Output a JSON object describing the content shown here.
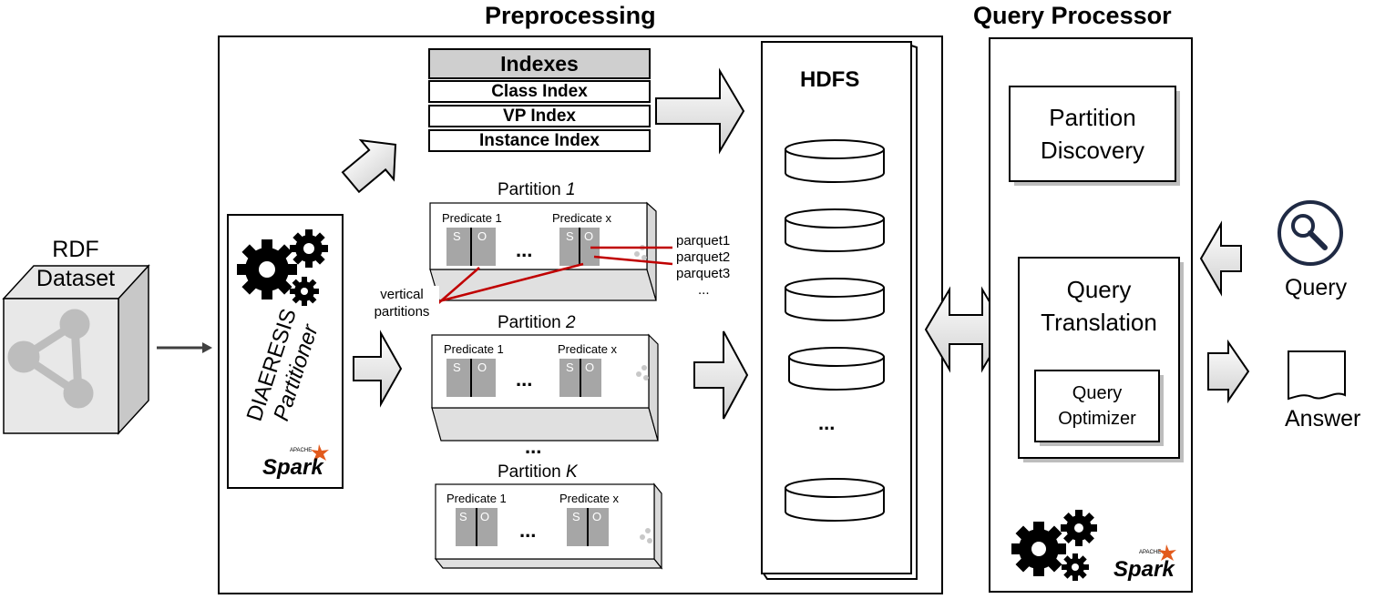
{
  "titles": {
    "preprocessing": "Preprocessing",
    "query_processor": "Query Processor"
  },
  "rdf": {
    "label_line1": "RDF",
    "label_line2": "Dataset"
  },
  "partitioner": {
    "line1": "DIAERESIS",
    "line2": "Partitioner",
    "spark_small": "APACHE",
    "spark": "Spark"
  },
  "indexes": {
    "header": "Indexes",
    "items": [
      "Class Index",
      "VP Index",
      "Instance Index"
    ]
  },
  "partitions": [
    {
      "title_prefix": "Partition ",
      "title_id": "1",
      "pred_left": "Predicate 1",
      "pred_right": "Predicate x",
      "s": "S",
      "o": "O",
      "dots": "..."
    },
    {
      "title_prefix": "Partition ",
      "title_id": "2",
      "pred_left": "Predicate 1",
      "pred_right": "Predicate x",
      "s": "S",
      "o": "O",
      "dots": "..."
    },
    {
      "title_prefix": "Partition ",
      "title_id": "K",
      "pred_left": "Predicate 1",
      "pred_right": "Predicate x",
      "s": "S",
      "o": "O",
      "dots": "..."
    }
  ],
  "between_partitions_dots": "...",
  "parquet": [
    "parquet1",
    "parquet2",
    "parquet3",
    "..."
  ],
  "vertical_partitions": {
    "line1": "vertical",
    "line2": "partitions"
  },
  "hdfs": {
    "title": "HDFS",
    "dots": "..."
  },
  "query_processor": {
    "partition_discovery": {
      "line1": "Partition",
      "line2": "Discovery"
    },
    "query_translation": {
      "line1": "Query",
      "line2": "Translation"
    },
    "query_optimizer": {
      "line1": "Query",
      "line2": "Optimizer"
    },
    "spark_small": "APACHE",
    "spark": "Spark"
  },
  "query": {
    "label": "Query"
  },
  "answer": {
    "label": "Answer"
  },
  "colors": {
    "red_line": "#c00000",
    "gray_block": "#a6a6a6",
    "box_fill": "#d9d9d9",
    "spark_orange": "#e25a1c"
  }
}
